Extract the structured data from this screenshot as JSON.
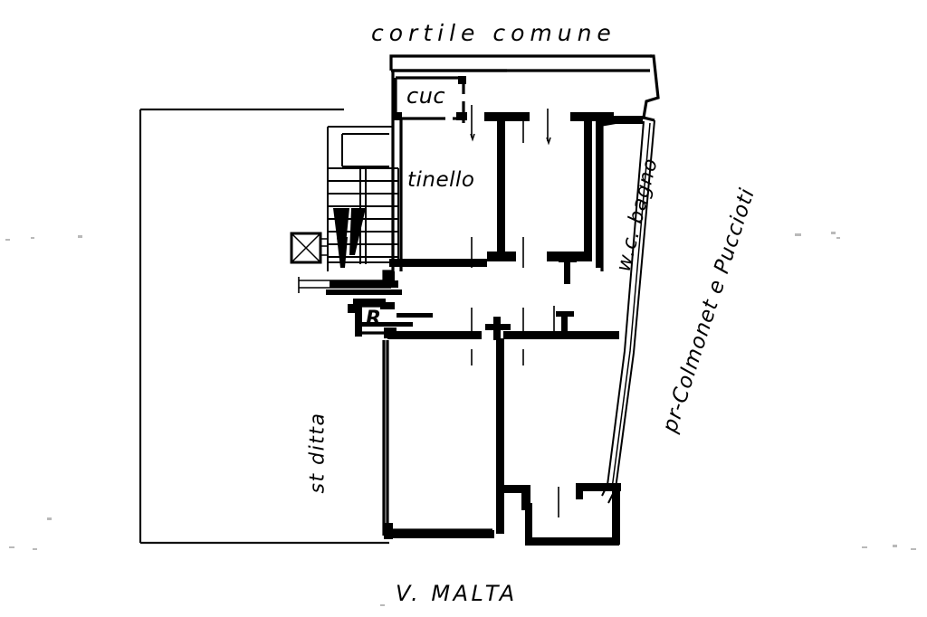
{
  "document": {
    "type": "architectural-floor-plan",
    "title": "cortile comune"
  },
  "annotations": {
    "top_courtyard": "cortile comune",
    "bottom_street": "V. MALTA",
    "left_property": "st ditta",
    "right_property": "pr-Colmonet e Puccioti"
  },
  "rooms": [
    {
      "id": "cuc",
      "label": "cuc",
      "name": "kitchen"
    },
    {
      "id": "tinello",
      "label": "tinello",
      "name": "dining-room"
    },
    {
      "id": "wc-bagno",
      "label": "w.c. bagno",
      "name": "bathroom"
    },
    {
      "id": "ripostiglio",
      "label": "R",
      "name": "closet"
    }
  ],
  "features": {
    "staircase": "stairs",
    "shaft": "shaft-box",
    "arrow": "direction-arrow"
  },
  "colors": {
    "ink": "#000000",
    "paper": "#ffffff",
    "speck": "#b9b9b9"
  }
}
